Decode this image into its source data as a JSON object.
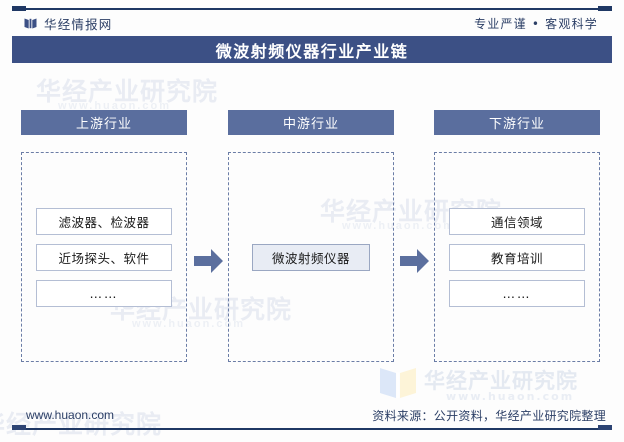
{
  "header": {
    "brand_name": "华经情报网",
    "brand_logo_icon": "open-book-icon",
    "tagline": "专业严谨 • 客观科学",
    "title": "微波射频仪器行业产业链"
  },
  "colors": {
    "title_band": "#3c5085",
    "column_header": "#5a6e9e",
    "rule": "#1f3864",
    "dashed_border": "#6b7da6",
    "item_border": "#b4bed4",
    "arrow": "#5b6f9e",
    "highlight_fill": "#e8ecf4"
  },
  "chain": {
    "columns": [
      {
        "header": "上游行业",
        "items": [
          {
            "label": "滤波器、检波器",
            "highlighted": false
          },
          {
            "label": "近场探头、软件",
            "highlighted": false
          },
          {
            "label": "……",
            "highlighted": false
          }
        ]
      },
      {
        "header": "中游行业",
        "items": [
          {
            "label": "微波射频仪器",
            "highlighted": true
          }
        ]
      },
      {
        "header": "下游行业",
        "items": [
          {
            "label": "通信领域",
            "highlighted": false
          },
          {
            "label": "教育培训",
            "highlighted": false
          },
          {
            "label": "……",
            "highlighted": false
          }
        ]
      }
    ],
    "arrows": [
      {
        "name": "arrow-upstream-to-midstream",
        "icon": "arrow-right-icon"
      },
      {
        "name": "arrow-midstream-to-downstream",
        "icon": "arrow-right-icon"
      }
    ]
  },
  "watermark": {
    "brand": "华经产业研究院",
    "url": "www.huaon.com",
    "logo_icon": "open-book-icon"
  },
  "footer": {
    "url": "www.huaon.com",
    "source": "资料来源：公开资料，华经产业研究院整理"
  }
}
